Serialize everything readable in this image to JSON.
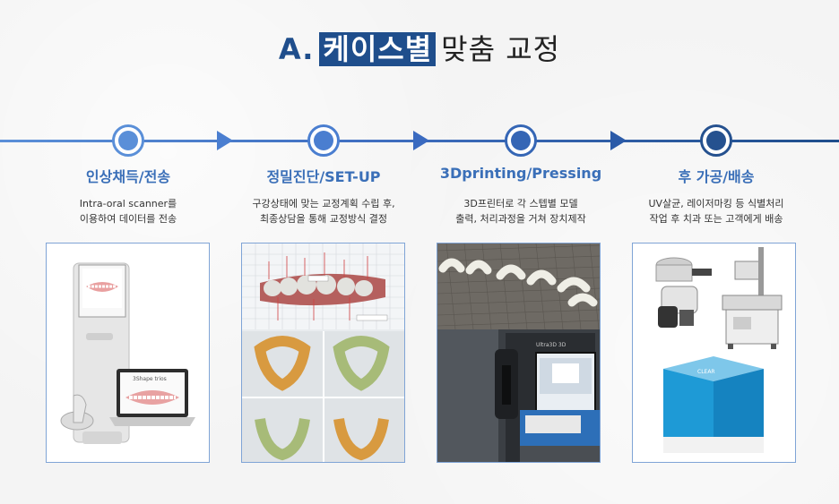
{
  "heading": {
    "prefix": "A.",
    "highlight": "케이스별",
    "rest": "맞춤 교정"
  },
  "colors": {
    "accent": "#1f4e8c",
    "step_title": "#3a6fb8",
    "node": "#4a7ed0"
  },
  "steps": [
    {
      "title": "인상채득/전송",
      "desc": [
        "Intra-oral scanner를",
        "이용하여 데이터를 전송"
      ],
      "image": "intraoral-scanner-photo"
    },
    {
      "title": "정밀진단/SET-UP",
      "desc": [
        "구강상태에 맞는 교정계획 수립 후,",
        "최종상담을 통해 교정방식 결정"
      ],
      "image": "dental-setup-software-photo"
    },
    {
      "title": "3Dprinting/Pressing",
      "desc": [
        "3D프린터로 각 스텝별 모델",
        "출력, 처리과정을 거쳐 장치제작"
      ],
      "image": "3d-printer-photo"
    },
    {
      "title": "후 가공/배송",
      "desc": [
        "UV살균, 레이저마킹 등 식별처리",
        "작업 후 치과 또는 고객에게 배송"
      ],
      "image": "uv-laser-packaging-photo"
    }
  ],
  "images": {
    "scanner_screen_label": "3Shape trios",
    "printer_label": "Ultra3D 3D",
    "box_label": "CLEAR"
  }
}
